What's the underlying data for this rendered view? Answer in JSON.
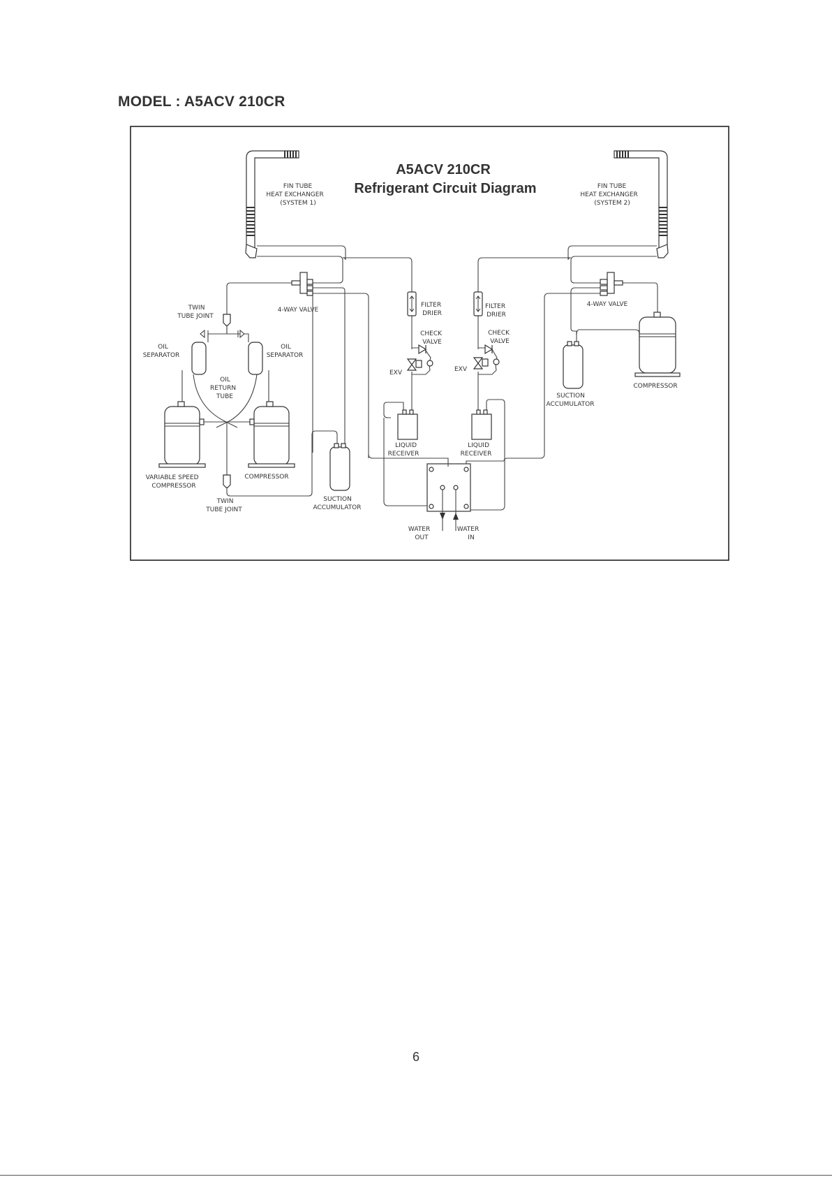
{
  "page": {
    "heading": "MODEL  : A5ACV 210CR",
    "page_number": "6"
  },
  "diagram": {
    "title_line1": "A5ACV 210CR",
    "title_line2": "Refrigerant Circuit Diagram",
    "labels": {
      "fin_tube_1": [
        "FIN TUBE",
        "HEAT EXCHANGER",
        "(SYSTEM 1)"
      ],
      "fin_tube_2": [
        "FIN TUBE",
        "HEAT EXCHANGER",
        "(SYSTEM 2)"
      ],
      "twin_tube_joint_top": [
        "TWIN",
        "TUBE JOINT"
      ],
      "four_way_valve_1": [
        "4-WAY VALVE"
      ],
      "four_way_valve_2": [
        "4-WAY VALVE"
      ],
      "oil_separator_left": [
        "OIL",
        "SEPARATOR"
      ],
      "oil_separator_right": [
        "OIL",
        "SEPARATOR"
      ],
      "oil_return_tube": [
        "OIL",
        "RETURN",
        "TUBE"
      ],
      "variable_speed_compressor": [
        "VARIABLE SPEED",
        "COMPRESSOR"
      ],
      "compressor_1": [
        "COMPRESSOR"
      ],
      "twin_tube_joint_bottom": [
        "TWIN",
        "TUBE JOINT"
      ],
      "suction_accumulator_1": [
        "SUCTION",
        "ACCUMULATOR"
      ],
      "filter_drier_1": [
        "FILTER",
        "DRIER"
      ],
      "filter_drier_2": [
        "FILTER",
        "DRIER"
      ],
      "check_valve_1": [
        "CHECK",
        "VALVE"
      ],
      "check_valve_2": [
        "CHECK",
        "VALVE"
      ],
      "exv_1": [
        "EXV"
      ],
      "exv_2": [
        "EXV"
      ],
      "liquid_receiver_1": [
        "LIQUID",
        "RECEIVER"
      ],
      "liquid_receiver_2": [
        "LIQUID",
        "RECEIVER"
      ],
      "suction_accumulator_2": [
        "SUCTION",
        "ACCUMULATOR"
      ],
      "compressor_2": [
        "COMPRESSOR"
      ],
      "water_out": [
        "WATER",
        "OUT"
      ],
      "water_in": [
        "WATER",
        "IN"
      ]
    }
  }
}
